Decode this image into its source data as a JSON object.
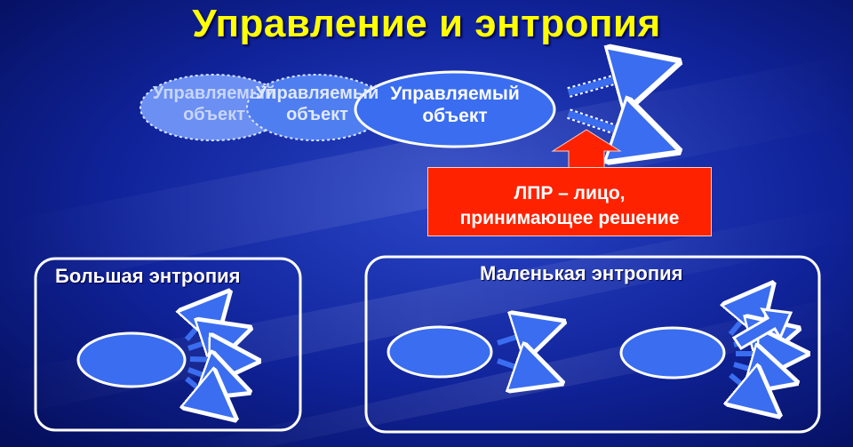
{
  "title": "Управление и энтропия",
  "objects": [
    {
      "label_line1": "Управляемый",
      "label_line2": "объект"
    },
    {
      "label_line1": "Управляемый",
      "label_line2": "объект"
    },
    {
      "label_line1": "Управляемый",
      "label_line2": "объект"
    }
  ],
  "decision_maker": {
    "line1": "ЛПР – лицо,",
    "line2": "принимающее решение"
  },
  "panels": {
    "left": {
      "title": "Большая энтропия"
    },
    "right": {
      "title": "Маленькая энтропия"
    }
  },
  "colors": {
    "background": "#0a1a8a",
    "title": "#ffff00",
    "ellipse_fill": "#3a6df0",
    "ellipse_faded": "#6b8ff2",
    "decision_box": "#ff2200",
    "arrow": "#3a6df0"
  }
}
